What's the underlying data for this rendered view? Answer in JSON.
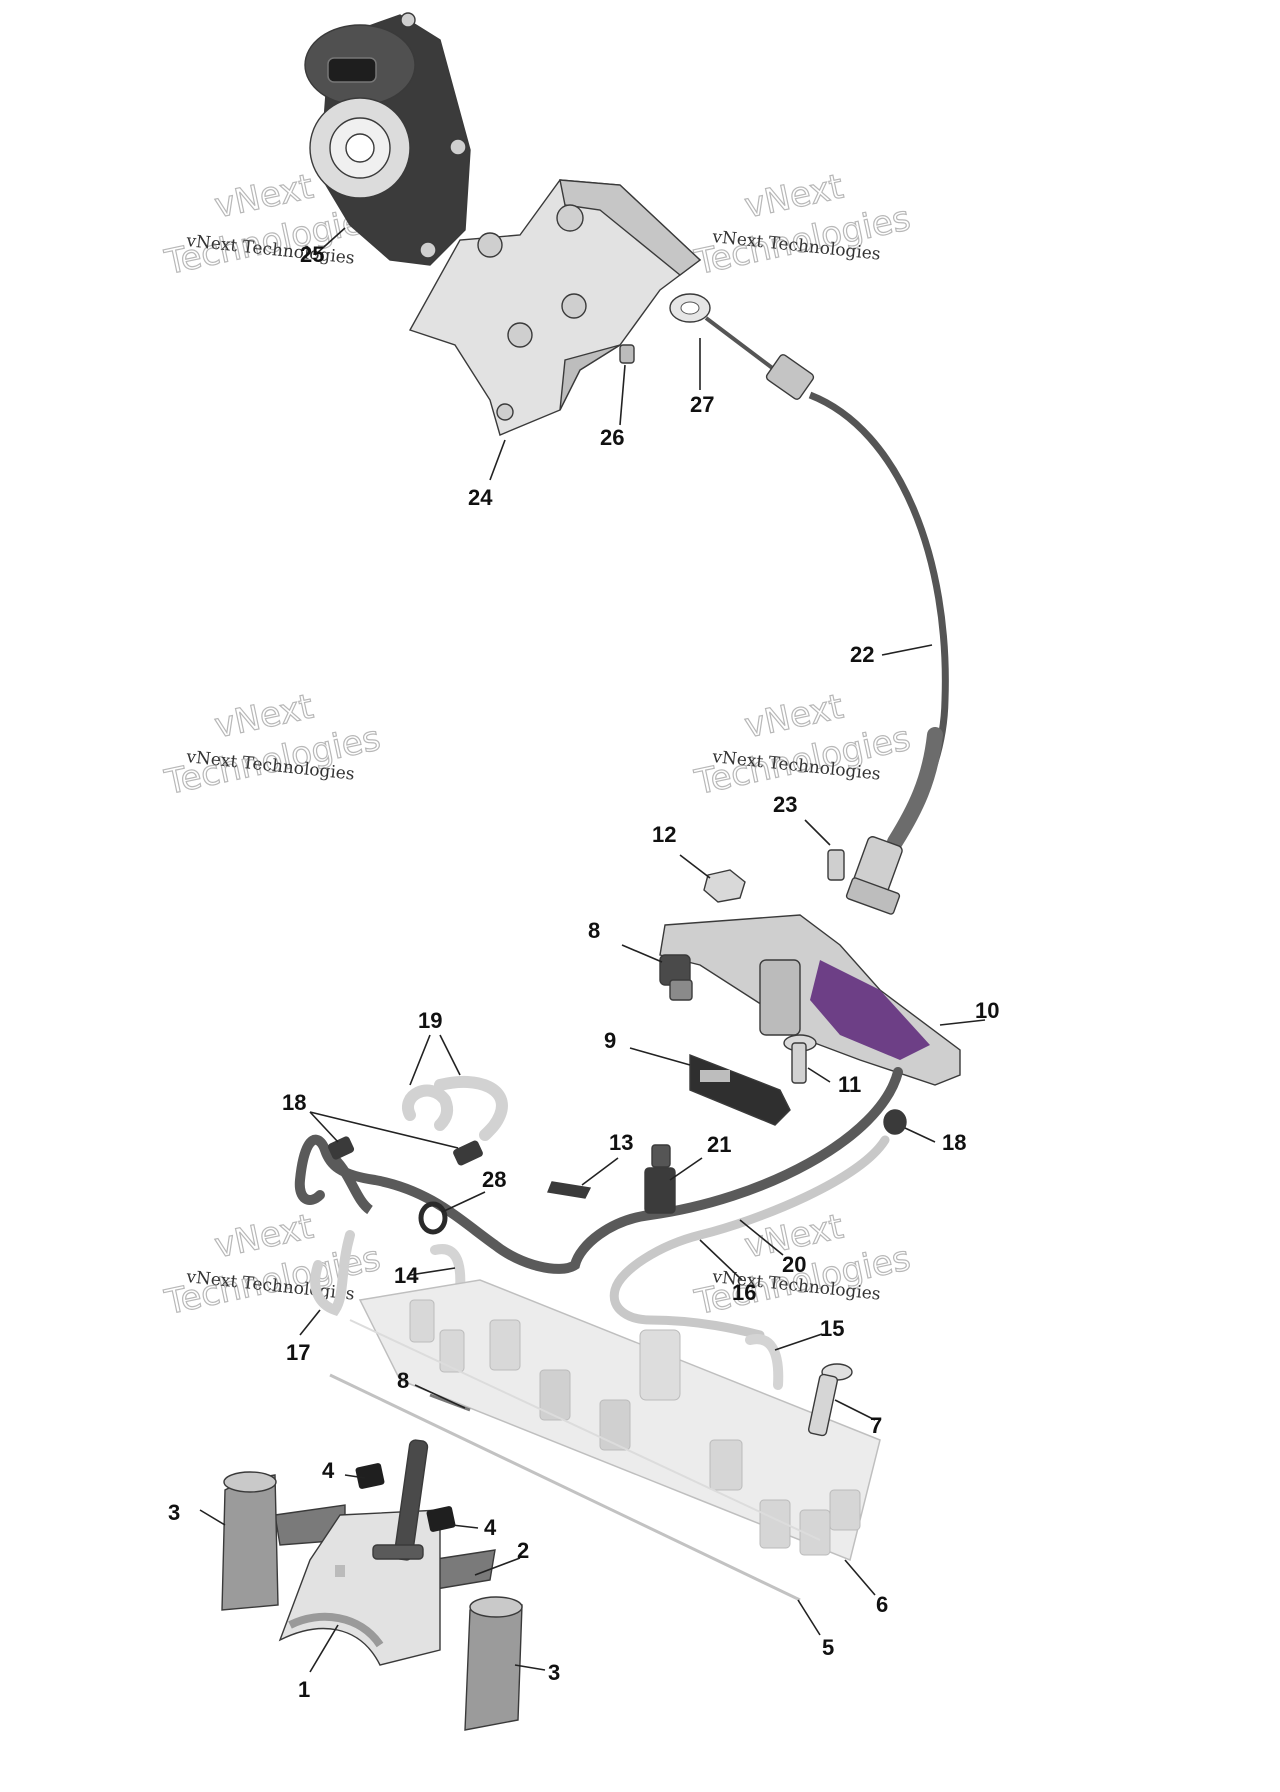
{
  "diagram": {
    "colors": {
      "light_part": "#d9d9d9",
      "mid_part": "#a9a9a9",
      "dark_part": "#3b3b3b",
      "accent_purple": "#6d3f86",
      "outline": "#3a3a3a"
    },
    "callouts": [
      {
        "id": "c1",
        "label": "1"
      },
      {
        "id": "c2",
        "label": "2"
      },
      {
        "id": "c3a",
        "label": "3"
      },
      {
        "id": "c3b",
        "label": "3"
      },
      {
        "id": "c4a",
        "label": "4"
      },
      {
        "id": "c4b",
        "label": "4"
      },
      {
        "id": "c5",
        "label": "5"
      },
      {
        "id": "c6",
        "label": "6"
      },
      {
        "id": "c7a",
        "label": "7"
      },
      {
        "id": "c7b",
        "label": "7"
      },
      {
        "id": "c8",
        "label": "8"
      },
      {
        "id": "c9",
        "label": "9"
      },
      {
        "id": "c10",
        "label": "10"
      },
      {
        "id": "c11",
        "label": "11"
      },
      {
        "id": "c12",
        "label": "12"
      },
      {
        "id": "c13",
        "label": "13"
      },
      {
        "id": "c14",
        "label": "14"
      },
      {
        "id": "c15",
        "label": "15"
      },
      {
        "id": "c16",
        "label": "16"
      },
      {
        "id": "c17",
        "label": "17"
      },
      {
        "id": "c18a",
        "label": "18"
      },
      {
        "id": "c18b",
        "label": "18"
      },
      {
        "id": "c19",
        "label": "19"
      },
      {
        "id": "c20",
        "label": "20"
      },
      {
        "id": "c21",
        "label": "21"
      },
      {
        "id": "c22",
        "label": "22"
      },
      {
        "id": "c23",
        "label": "23"
      },
      {
        "id": "c24",
        "label": "24"
      },
      {
        "id": "c25",
        "label": "25"
      },
      {
        "id": "c26",
        "label": "26"
      },
      {
        "id": "c27",
        "label": "27"
      },
      {
        "id": "c28",
        "label": "28"
      }
    ],
    "watermark": {
      "line1": "vNext Technologies",
      "line2": "vNext",
      "line3": "Technologies"
    }
  }
}
